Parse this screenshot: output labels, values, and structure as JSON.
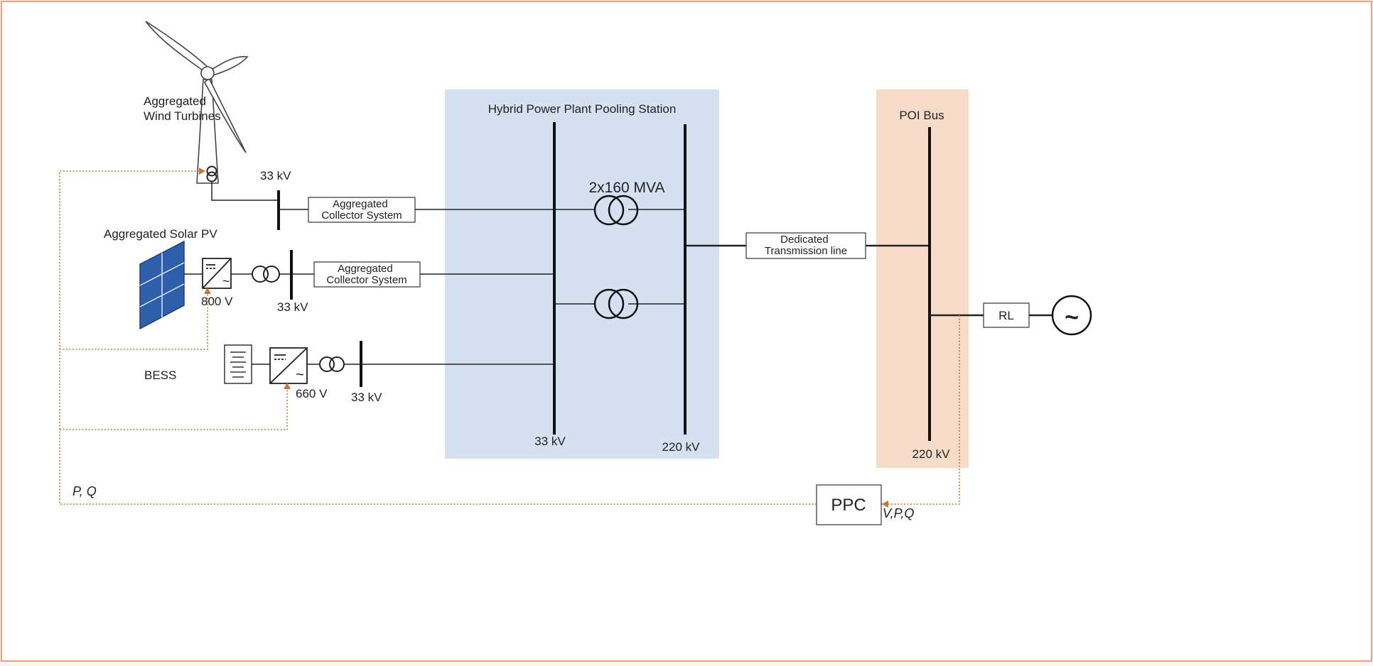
{
  "colors": {
    "background": "#fbf5ef",
    "canvas": "#ffffff",
    "frame": "#f0a07a",
    "pooling_zone": "#d5e1f1",
    "poi_zone": "#f6dcc8",
    "control_signal": "#c87533",
    "solar_panel": "#2e5faa"
  },
  "icons": {
    "wind_turbine": "wind-turbine-icon",
    "solar_panel": "solar-panel-icon",
    "battery": "battery-icon",
    "inverter": "inverter-icon",
    "transformer": "transformer-icon",
    "ac_source": "ac-source-icon"
  },
  "labels": {
    "wind": "Aggregated\nWind Turbines",
    "solar": "Aggregated Solar PV",
    "bess": "BESS",
    "pooling_station": "Hybrid Power Plant Pooling Station",
    "poi_bus": "POI Bus",
    "transformer_rating": "2x160 MVA",
    "collector_wind": "Aggregated\nCollector System",
    "collector_solar": "Aggregated\nCollector System",
    "transmission_line": "Dedicated\nTransmission line",
    "rl": "RL",
    "ppc": "PPC",
    "v_wind_bus": "33 kV",
    "v_solar_inverter": "800 V",
    "v_solar_bus": "33 kV",
    "v_bess_inverter": "660 V",
    "v_bess_bus": "33 kV",
    "v_pool_lv": "33 kV",
    "v_pool_hv": "220 kV",
    "v_poi": "220 kV",
    "signal_pq": "P, Q",
    "signal_vpq": "V,P,Q"
  }
}
